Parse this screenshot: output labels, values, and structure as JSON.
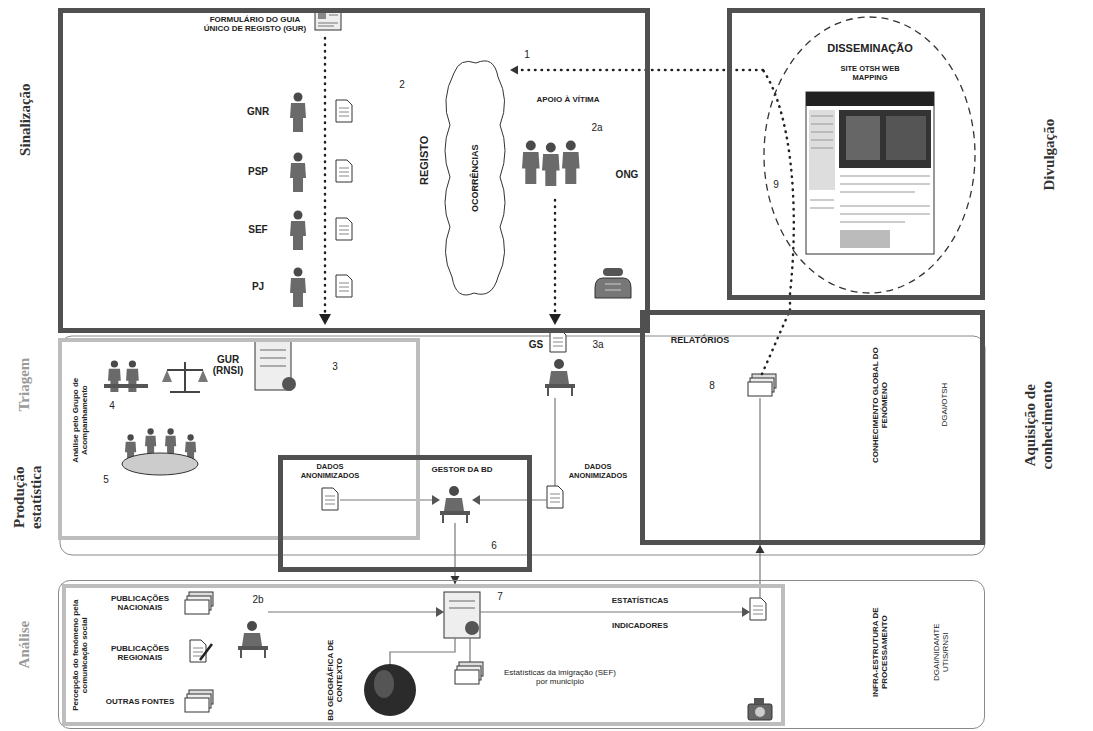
{
  "diagram": {
    "nodes": [
      {
        "text": [
          "Sinalização"
        ]
      },
      {
        "text": [
          "OCORRÊNCIAS"
        ],
        "in": 0
      },
      {
        "text": [
          "Divulgação"
        ]
      },
      {
        "text": [
          "DISSEMINAÇÃO",
          "SITE OTSH WEB MAPPING"
        ],
        "in": 2
      },
      {
        "text": [
          "Triagem",
          "Análise pelo Grupo de Acompanhamento"
        ]
      },
      {
        "text": [
          "DADOS ANONIMIZADOS",
          "GESTOR DA BD"
        ]
      },
      {
        "text": [
          "Aquisição de conhecimento",
          "CONHECIMENTO GLOBAL DO FENÓMENO",
          "DGAI/OTSH"
        ]
      },
      {
        "text": [
          "INFRA-ESTRUTURA DE PROCESSAMENTO",
          "DGAI/NIDAMTE UTIS/RNSI"
        ]
      },
      {
        "text": [
          "Análise",
          "Percepção do fenómeno pela comunicação social"
        ],
        "in": 7
      }
    ],
    "edges": [
      {
        "from": 3,
        "to": 1,
        "arrow": "to"
      },
      {
        "from": 6,
        "to": 3,
        "arrow": "none"
      },
      {
        "from": 5,
        "to": 8,
        "arrow": "to"
      },
      {
        "from": 8,
        "to": 6,
        "arrow": "to"
      }
    ],
    "labels": [
      "FORMULÁRIO DO GUIA ÚNICO DE REGISTO (GUR)",
      "1",
      "GNR",
      "2",
      "REGISTO",
      "APOIO À VÍTIMA",
      "2a",
      "PSP",
      "ONG",
      "SEF",
      "PJ",
      "9",
      "4",
      "GUR (RNSI)",
      "3",
      "GS",
      "3a",
      "RELATÓRIOS",
      "8",
      "5",
      "Produção estatística",
      "6",
      "DADOS ANONIMIZADOS",
      "PUBLICAÇÕES NACIONAIS",
      "2b",
      "7",
      "ESTATÍSTICAS",
      "INDICADORES",
      "PUBLICAÇÕES REGIONAIS",
      "OUTRAS FONTES",
      "BD GEOGRÁFICA DE CONTEXTO",
      "Estatísticas da imigração (SEF) por município"
    ]
  }
}
